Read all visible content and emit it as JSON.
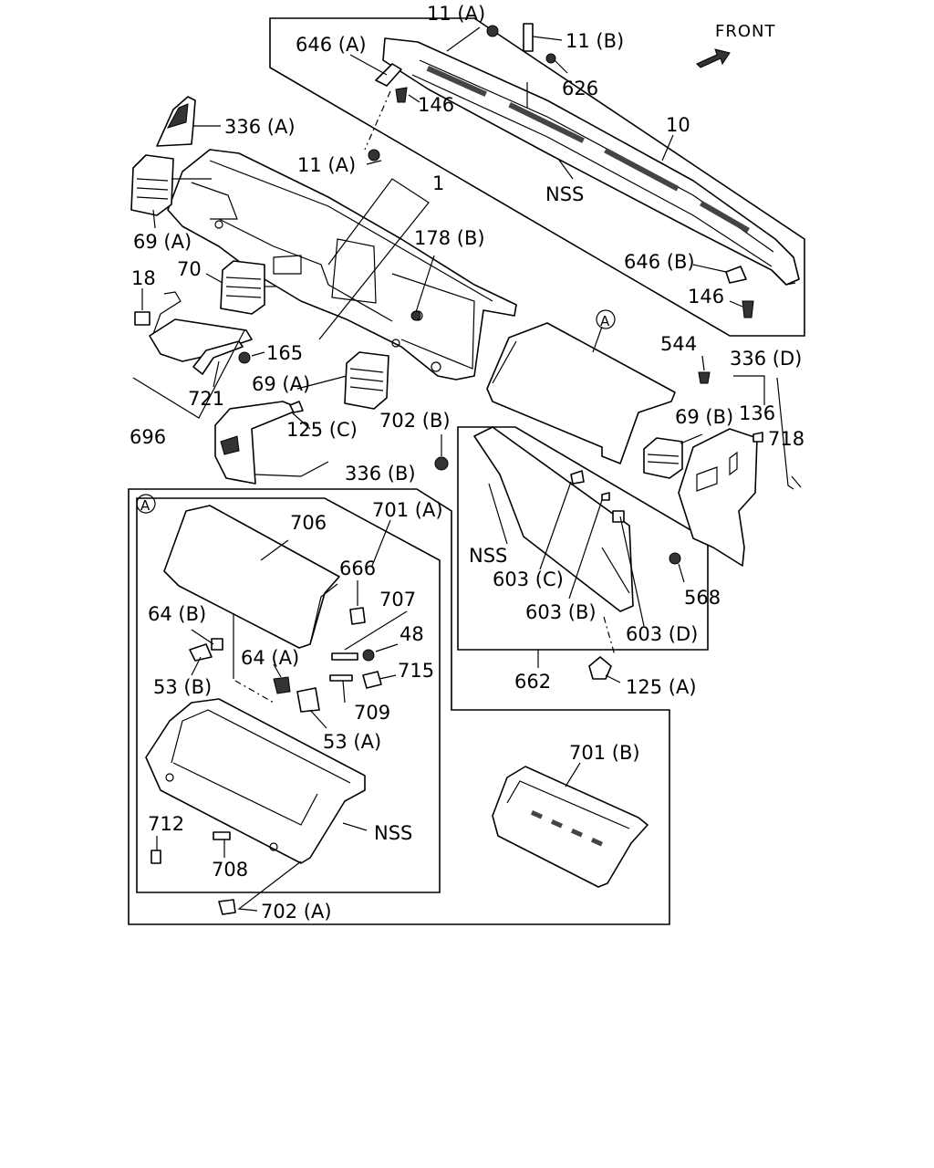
{
  "front_indicator": "FRONT",
  "callouts": [
    {
      "id": "c-11a-top",
      "text": "11 (A)"
    },
    {
      "id": "c-646a",
      "text": "646 (A)"
    },
    {
      "id": "c-11b",
      "text": "11 (B)"
    },
    {
      "id": "c-626",
      "text": "626"
    },
    {
      "id": "c-146-top",
      "text": "146"
    },
    {
      "id": "c-336a",
      "text": "336 (A)"
    },
    {
      "id": "c-10",
      "text": "10"
    },
    {
      "id": "c-11a-mid",
      "text": "11 (A)"
    },
    {
      "id": "c-1",
      "text": "1"
    },
    {
      "id": "c-nss-top",
      "text": "NSS"
    },
    {
      "id": "c-69a-left",
      "text": "69 (A)"
    },
    {
      "id": "c-178b",
      "text": "178 (B)"
    },
    {
      "id": "c-646b",
      "text": "646 (B)"
    },
    {
      "id": "c-18",
      "text": "18"
    },
    {
      "id": "c-70",
      "text": "70"
    },
    {
      "id": "c-146-right",
      "text": "146"
    },
    {
      "id": "c-165",
      "text": "165"
    },
    {
      "id": "c-circle-a-top",
      "text": "A"
    },
    {
      "id": "c-544",
      "text": "544"
    },
    {
      "id": "c-336d",
      "text": "336 (D)"
    },
    {
      "id": "c-721",
      "text": "721"
    },
    {
      "id": "c-69a-mid",
      "text": "69 (A)"
    },
    {
      "id": "c-136",
      "text": "136"
    },
    {
      "id": "c-702b",
      "text": "702 (B)"
    },
    {
      "id": "c-69b",
      "text": "69 (B)"
    },
    {
      "id": "c-718",
      "text": "718"
    },
    {
      "id": "c-125c",
      "text": "125 (C)"
    },
    {
      "id": "c-696",
      "text": "696"
    },
    {
      "id": "c-336b",
      "text": "336 (B)"
    },
    {
      "id": "c-circle-a-box",
      "text": "A"
    },
    {
      "id": "c-701a",
      "text": "701 (A)"
    },
    {
      "id": "c-706",
      "text": "706"
    },
    {
      "id": "c-nss-mid",
      "text": "NSS"
    },
    {
      "id": "c-666",
      "text": "666"
    },
    {
      "id": "c-603c",
      "text": "603 (C)"
    },
    {
      "id": "c-568",
      "text": "568"
    },
    {
      "id": "c-707",
      "text": "707"
    },
    {
      "id": "c-64b",
      "text": "64 (B)"
    },
    {
      "id": "c-603b",
      "text": "603 (B)"
    },
    {
      "id": "c-48",
      "text": "48"
    },
    {
      "id": "c-603d",
      "text": "603 (D)"
    },
    {
      "id": "c-64a",
      "text": "64 (A)"
    },
    {
      "id": "c-715",
      "text": "715"
    },
    {
      "id": "c-53b",
      "text": "53 (B)"
    },
    {
      "id": "c-662",
      "text": "662"
    },
    {
      "id": "c-125a",
      "text": "125 (A)"
    },
    {
      "id": "c-709",
      "text": "709"
    },
    {
      "id": "c-53a",
      "text": "53 (A)"
    },
    {
      "id": "c-701b",
      "text": "701 (B)"
    },
    {
      "id": "c-712",
      "text": "712"
    },
    {
      "id": "c-nss-box",
      "text": "NSS"
    },
    {
      "id": "c-708",
      "text": "708"
    },
    {
      "id": "c-702a",
      "text": "702 (A)"
    }
  ]
}
